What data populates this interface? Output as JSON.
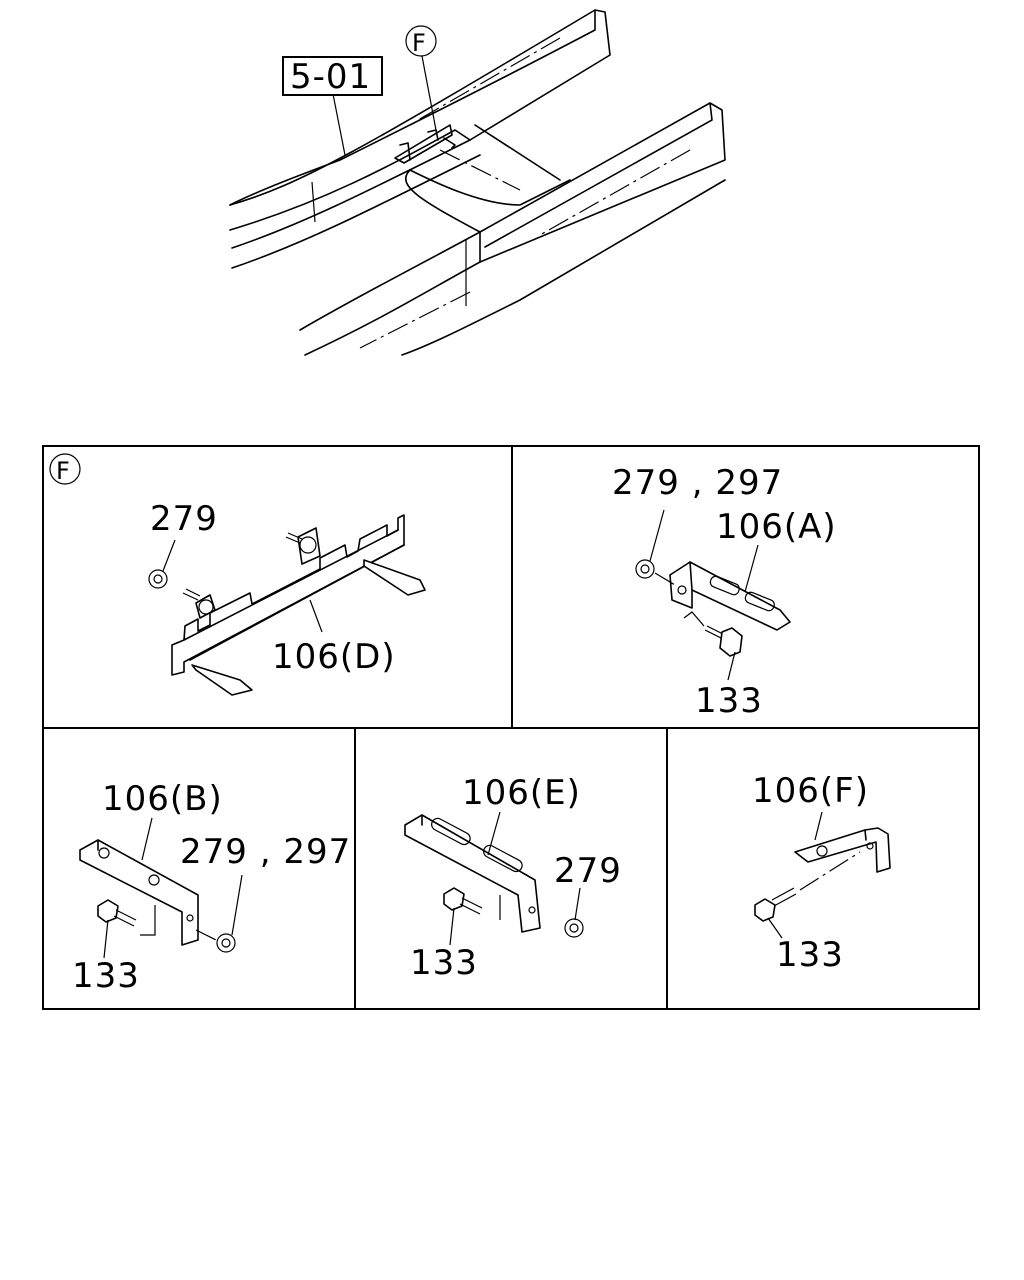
{
  "overview": {
    "ref_box": "5-01",
    "detail_marker": "F"
  },
  "panel_d": {
    "marker": "F",
    "label_279": "279",
    "label_106": "106(D)"
  },
  "panel_a": {
    "label_279_297": "279 , 297",
    "label_106": "106(A)",
    "label_133": "133"
  },
  "panel_b": {
    "label_106": "106(B)",
    "label_279_297": "279 , 297",
    "label_133": "133"
  },
  "panel_e": {
    "label_106": "106(E)",
    "label_279": "279",
    "label_133": "133"
  },
  "panel_f": {
    "label_106": "106(F)",
    "label_133": "133"
  }
}
